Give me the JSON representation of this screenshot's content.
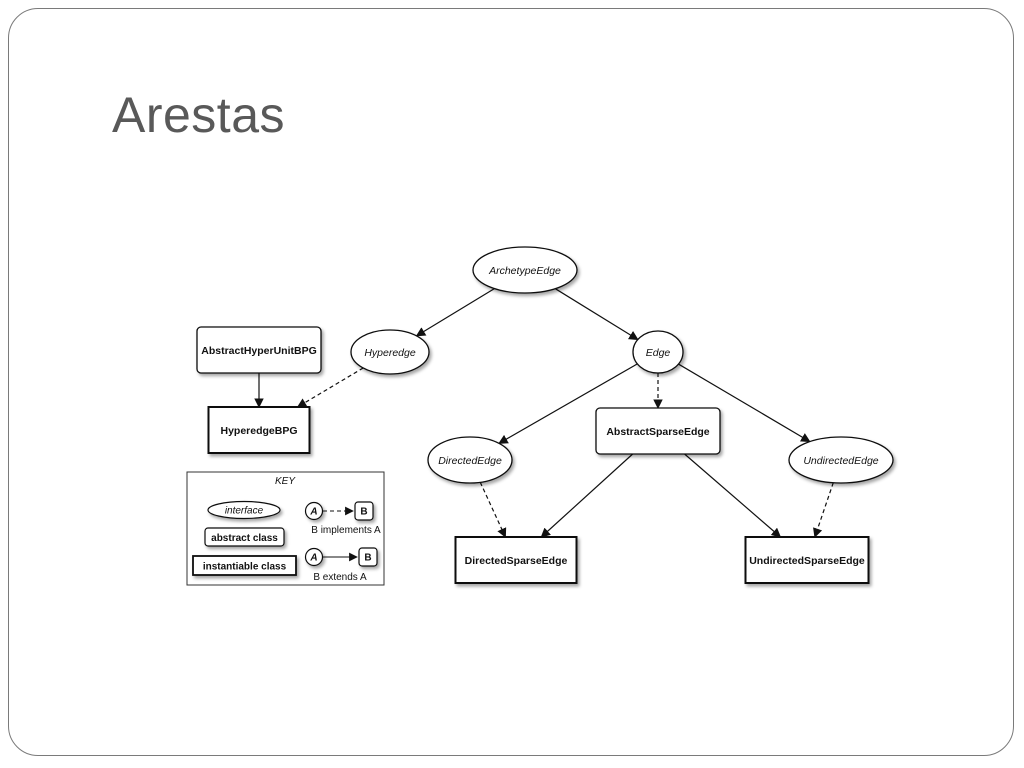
{
  "slide": {
    "title": "Arestas"
  },
  "diagram": {
    "nodes": [
      {
        "id": "archetype_edge",
        "label": "ArchetypeEdge",
        "kind": "interface"
      },
      {
        "id": "hyperedge",
        "label": "Hyperedge",
        "kind": "interface"
      },
      {
        "id": "edge",
        "label": "Edge",
        "kind": "interface"
      },
      {
        "id": "abstract_hyper_unit_bpg",
        "label": "AbstractHyperUnitBPG",
        "kind": "abstract-class"
      },
      {
        "id": "hyperedge_bpg",
        "label": "HyperedgeBPG",
        "kind": "instantiable-class"
      },
      {
        "id": "directed_edge",
        "label": "DirectedEdge",
        "kind": "interface"
      },
      {
        "id": "abstract_sparse_edge",
        "label": "AbstractSparseEdge",
        "kind": "abstract-class"
      },
      {
        "id": "undirected_edge",
        "label": "UndirectedEdge",
        "kind": "interface"
      },
      {
        "id": "directed_sparse_edge",
        "label": "DirectedSparseEdge",
        "kind": "instantiable-class"
      },
      {
        "id": "undirected_sparse_edge",
        "label": "UndirectedSparseEdge",
        "kind": "instantiable-class"
      }
    ],
    "edges": [
      {
        "from": "archetype_edge",
        "to": "hyperedge",
        "style": "solid"
      },
      {
        "from": "archetype_edge",
        "to": "edge",
        "style": "solid"
      },
      {
        "from": "abstract_hyper_unit_bpg",
        "to": "hyperedge_bpg",
        "style": "solid"
      },
      {
        "from": "hyperedge",
        "to": "hyperedge_bpg",
        "style": "dashed"
      },
      {
        "from": "edge",
        "to": "directed_edge",
        "style": "solid"
      },
      {
        "from": "edge",
        "to": "abstract_sparse_edge",
        "style": "dashed"
      },
      {
        "from": "edge",
        "to": "undirected_edge",
        "style": "solid"
      },
      {
        "from": "directed_edge",
        "to": "directed_sparse_edge",
        "style": "dashed"
      },
      {
        "from": "abstract_sparse_edge",
        "to": "directed_sparse_edge",
        "style": "solid"
      },
      {
        "from": "abstract_sparse_edge",
        "to": "undirected_sparse_edge",
        "style": "solid"
      },
      {
        "from": "undirected_edge",
        "to": "undirected_sparse_edge",
        "style": "dashed"
      }
    ],
    "key": {
      "title": "KEY",
      "interface_label": "interface",
      "abstract_label": "abstract class",
      "instantiable_label": "instantiable class",
      "node_a": "A",
      "node_b": "B",
      "implements_label": "B implements A",
      "extends_label": "B extends A"
    }
  }
}
